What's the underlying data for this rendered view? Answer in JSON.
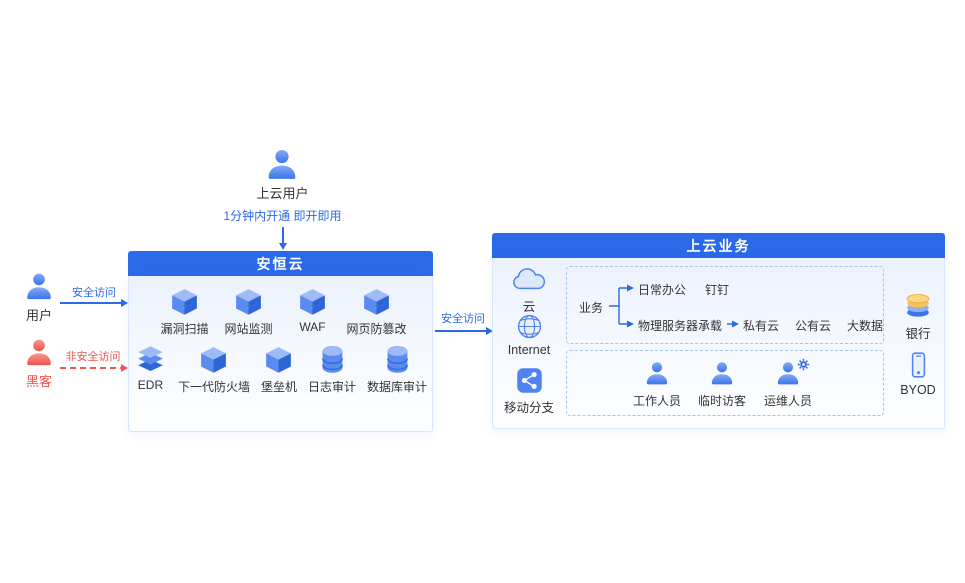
{
  "colors": {
    "primary": "#2A6AE9",
    "danger": "#F0564E"
  },
  "top_user": {
    "label": "上云用户",
    "note": "1分钟内开通 即开即用"
  },
  "actors": {
    "user": {
      "label": "用户",
      "arrow_label": "安全访问"
    },
    "hacker": {
      "label": "黑客",
      "arrow_label": "非安全访问"
    }
  },
  "center_arrow_label": "安全访问",
  "anheng_cloud": {
    "title": "安恒云",
    "row1": [
      "漏洞扫描",
      "网站监测",
      "WAF",
      "网页防篡改"
    ],
    "row2": [
      "EDR",
      "下一代防火墙",
      "堡垒机",
      "日志审计",
      "数据库审计"
    ]
  },
  "cloud_business": {
    "title": "上云业务",
    "channels": [
      "云",
      "Internet",
      "移动分支"
    ],
    "flow": {
      "root": "业务",
      "top_items": [
        "日常办公",
        "钉钉"
      ],
      "bottom_source": "物理服务器承载",
      "bottom_targets": [
        "私有云",
        "公有云",
        "大数据"
      ]
    },
    "people": [
      "工作人员",
      "临时访客",
      "运维人员"
    ],
    "endpoints": [
      "银行",
      "BYOD"
    ]
  }
}
